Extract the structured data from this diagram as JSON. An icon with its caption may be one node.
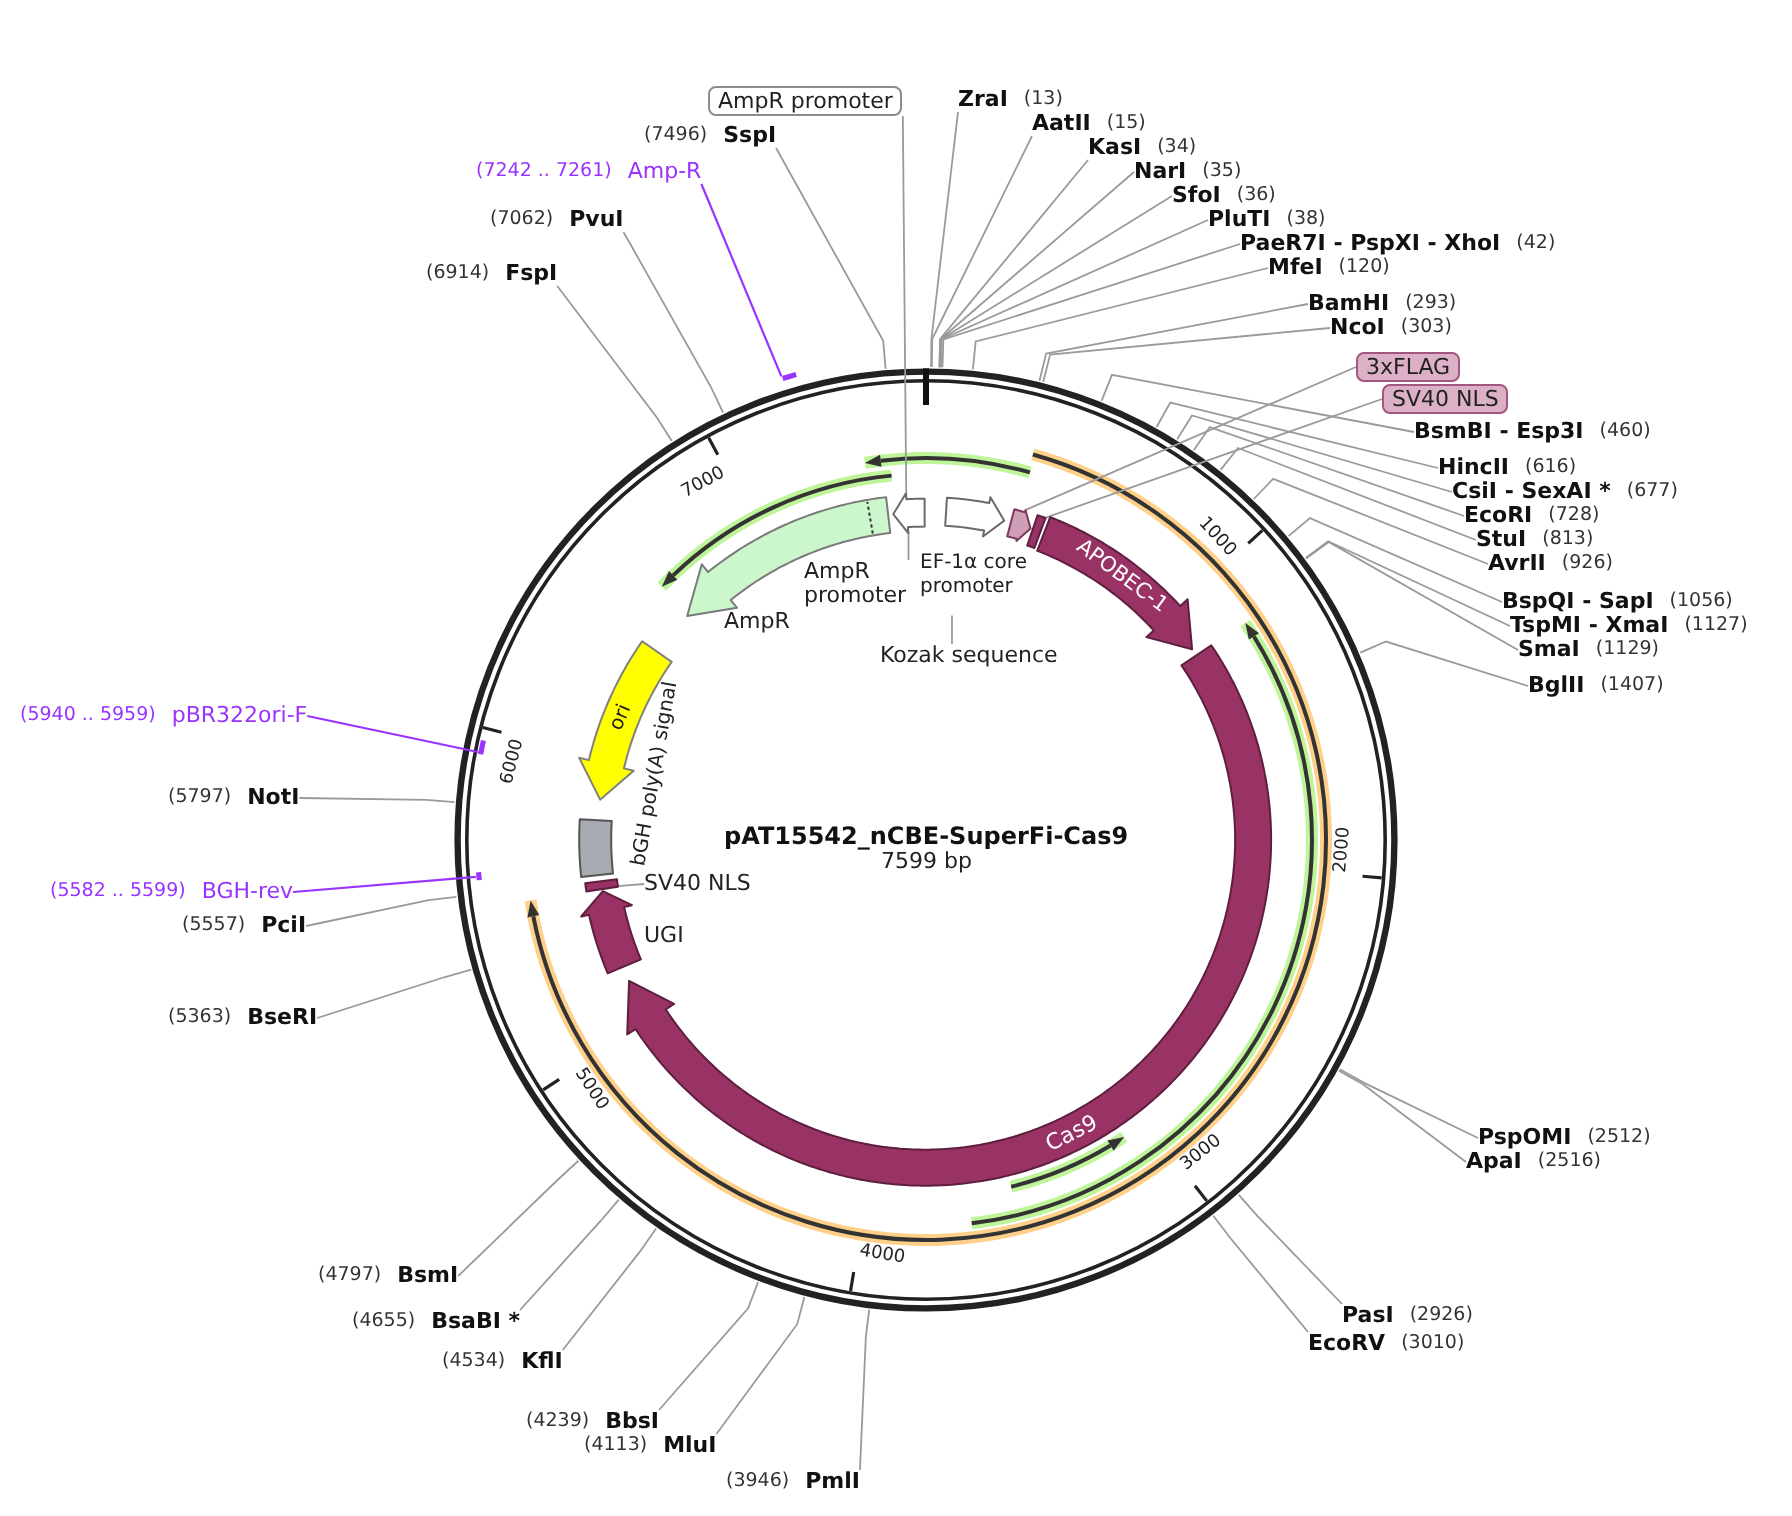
{
  "diagram": {
    "title": "pAT15542_nCBE-SuperFi-Cas9",
    "nodes": [
      {
        "text": [
          "AmpR promoter"
        ]
      },
      {
        "text": [
          "ZraI",
          "(13)"
        ]
      },
      {
        "text": [
          "AatII",
          "(15)"
        ]
      },
      {
        "text": [
          "(7496)",
          "SspI"
        ]
      },
      {
        "text": [
          "KasI",
          "(34)"
        ]
      },
      {
        "text": [
          "(7242 .. 7261)",
          "Amp-R"
        ]
      },
      {
        "text": [
          "NarI",
          "(35)"
        ]
      },
      {
        "text": [
          "SfoI",
          "(36)"
        ]
      },
      {
        "text": [
          "(7062)",
          "PvuI"
        ]
      },
      {
        "text": [
          "PluTI",
          "(38)"
        ]
      },
      {
        "text": [
          "PaeR7I - PspXI - XhoI",
          "(42)"
        ]
      },
      {
        "text": [
          "MfeI",
          "(120)"
        ]
      },
      {
        "text": [
          "(6914)",
          "FspI"
        ]
      },
      {
        "text": [
          "BamHI",
          "(293)"
        ]
      },
      {
        "text": [
          "NcoI",
          "(303)"
        ]
      },
      {
        "text": [
          "3xFLAG"
        ]
      },
      {
        "text": [],
        "shape": "bar"
      },
      {
        "text": [
          "SV40 NLS"
        ]
      },
      {
        "text": [
          "BsmBI - Esp3I",
          "(460)"
        ]
      },
      {
        "text": [
          "HincII",
          "(616)"
        ]
      },
      {
        "text": [
          "CsiI - SexAI *",
          "(677)"
        ]
      },
      {
        "text": [],
        "shape": "arrow"
      },
      {
        "text": [],
        "shape": "arrow",
        "beside": [
          "EF-1α core promoter"
        ]
      },
      {
        "text": [],
        "shape": "arrow"
      },
      {
        "text": [],
        "shape": "arrow"
      },
      {
        "text": [
          "APOBEC-1"
        ]
      },
      {
        "text": [
          "EcoRI",
          "(728)"
        ]
      },
      {
        "text": [
          "StuI",
          "(813)"
        ]
      },
      {
        "text": [
          "AvrII",
          "(926)"
        ]
      },
      {
        "text": [
          "AmpR promoter"
        ]
      },
      {
        "text": [],
        "shape": "arrow",
        "beside": [
          "AmpR"
        ]
      },
      {
        "text": [
          "BspQI - SapI",
          "(1056)"
        ]
      },
      {
        "text": [
          "TspMI - XmaI",
          "(1127)"
        ]
      },
      {
        "text": [
          "SmaI",
          "(1129)"
        ]
      },
      {
        "text": [
          "Kozak sequence"
        ]
      },
      {
        "text": [
          "ori"
        ]
      },
      {
        "text": [
          "BglII",
          "(1407)"
        ]
      },
      {
        "text": [
          "(5940 .. 5959)",
          "pBR322ori-F"
        ]
      },
      {
        "text": [],
        "shape": "bar"
      },
      {
        "text": [
          "(5797)",
          "NotI"
        ]
      },
      {
        "text": [],
        "shape": "box"
      },
      {
        "text": [
          "SV40 NLS"
        ]
      },
      {
        "text": [],
        "shape": "arrow"
      },
      {
        "text": [],
        "shape": "bar"
      },
      {
        "text": [
          "(5582 .. 5599)",
          "BGH-rev"
        ]
      },
      {
        "text": [],
        "shape": "arrow",
        "beside": [
          "UGI"
        ]
      },
      {
        "text": [
          "(5557)",
          "PciI"
        ]
      },
      {
        "text": [
          "Cas9"
        ]
      },
      {
        "text": [
          "(5363)",
          "BseRI"
        ]
      },
      {
        "text": [
          "PspOMI",
          "(2512)"
        ]
      },
      {
        "text": [
          "ApaI",
          "(2516)"
        ]
      },
      {
        "text": [
          "(4797)",
          "BsmI"
        ]
      },
      {
        "text": [
          "PasI",
          "(2926)"
        ]
      },
      {
        "text": [
          "(4655)",
          "BsaBI *"
        ]
      },
      {
        "text": [
          "EcoRV",
          "(3010)"
        ]
      },
      {
        "text": [
          "(4534)",
          "KflI"
        ]
      },
      {
        "text": [
          "(4239)",
          "BbsI"
        ]
      },
      {
        "text": [
          "(4113)",
          "MluI"
        ]
      },
      {
        "text": [
          "(3946)",
          "PmlI"
        ]
      }
    ],
    "edges": [
      {
        "from": 0,
        "to": 21,
        "arrow": "none"
      },
      {
        "from": 1,
        "to": null,
        "arrow": "none"
      },
      {
        "from": 2,
        "to": null,
        "arrow": "none"
      },
      {
        "from": 3,
        "to": null,
        "arrow": "none"
      },
      {
        "from": 4,
        "to": null,
        "arrow": "none"
      },
      {
        "from": 5,
        "to": 16,
        "arrow": "none",
        "color": "#9933ff"
      },
      {
        "from": 6,
        "to": null,
        "arrow": "none"
      },
      {
        "from": 7,
        "to": null,
        "arrow": "none"
      },
      {
        "from": 8,
        "to": null,
        "arrow": "none"
      },
      {
        "from": 9,
        "to": null,
        "arrow": "none"
      },
      {
        "from": 10,
        "to": null,
        "arrow": "none"
      },
      {
        "from": 11,
        "to": null,
        "arrow": "none"
      },
      {
        "from": 12,
        "to": null,
        "arrow": "none"
      },
      {
        "from": 13,
        "to": null,
        "arrow": "none"
      },
      {
        "from": 14,
        "to": null,
        "arrow": "none"
      },
      {
        "from": 15,
        "to": 23,
        "arrow": "none"
      },
      {
        "from": 17,
        "to": 24,
        "arrow": "none"
      },
      {
        "from": 18,
        "to": null,
        "arrow": "none"
      },
      {
        "from": 19,
        "to": null,
        "arrow": "none"
      },
      {
        "from": 20,
        "to": null,
        "arrow": "none"
      },
      {
        "from": 26,
        "to": null,
        "arrow": "none"
      },
      {
        "from": 27,
        "to": null,
        "arrow": "none"
      },
      {
        "from": 28,
        "to": null,
        "arrow": "none"
      },
      {
        "from": 29,
        "to": 21,
        "arrow": "none"
      },
      {
        "from": 31,
        "to": null,
        "arrow": "none"
      },
      {
        "from": 32,
        "to": null,
        "arrow": "none"
      },
      {
        "from": 33,
        "to": null,
        "arrow": "none"
      },
      {
        "from": 34,
        "to": null,
        "arrow": "none"
      },
      {
        "from": 36,
        "to": null,
        "arrow": "none"
      },
      {
        "from": 37,
        "to": 38,
        "arrow": "none",
        "color": "#9933ff"
      },
      {
        "from": 39,
        "to": null,
        "arrow": "none"
      },
      {
        "from": 41,
        "to": 42,
        "arrow": "none"
      },
      {
        "from": 44,
        "to": 43,
        "arrow": "none",
        "color": "#9933ff"
      },
      {
        "from": 46,
        "to": null,
        "arrow": "none"
      },
      {
        "from": 48,
        "to": null,
        "arrow": "none"
      },
      {
        "from": 49,
        "to": null,
        "arrow": "none"
      },
      {
        "from": 50,
        "to": null,
        "arrow": "none"
      },
      {
        "from": 51,
        "to": null,
        "arrow": "none"
      },
      {
        "from": 52,
        "to": null,
        "arrow": "none"
      },
      {
        "from": 53,
        "to": null,
        "arrow": "none"
      },
      {
        "from": 54,
        "to": null,
        "arrow": "none"
      },
      {
        "from": 55,
        "to": null,
        "arrow": "none"
      },
      {
        "from": 56,
        "to": null,
        "arrow": "none"
      },
      {
        "from": 57,
        "to": null,
        "arrow": "none"
      },
      {
        "from": 58,
        "to": null,
        "arrow": "none"
      }
    ],
    "labels": [
      "7599 bp",
      "bGH poly(A) signal",
      "1000",
      "2000",
      "3000",
      "4000",
      "5000",
      "6000",
      "7000"
    ]
  }
}
